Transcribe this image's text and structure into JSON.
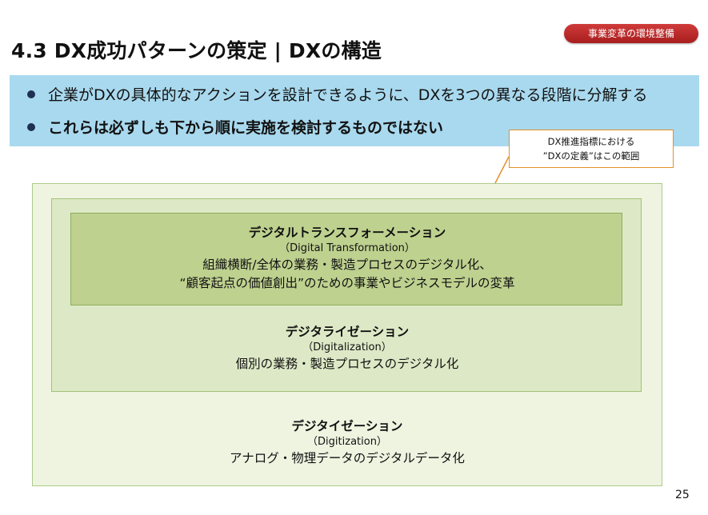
{
  "badge": {
    "label": "事業変革の環境整備"
  },
  "title": "4.3 DX成功パターンの策定 | DXの構造",
  "bullets": [
    "企業がDXの具体的なアクションを設計できるように、DXを3つの異なる段階に分解する",
    "これらは必ずしも下から順に実施を検討するものではない"
  ],
  "callout": {
    "line1": "DX推進指標における",
    "line2": "”DXの定義”はこの範囲"
  },
  "levels": {
    "transformation": {
      "heading": "デジタルトランスフォーメーション",
      "english": "（Digital Transformation）",
      "line1": "組織横断/全体の業務・製造プロセスのデジタル化、",
      "line2": "“顧客起点の価値創出”のための事業やビジネスモデルの変革"
    },
    "digitalization": {
      "heading": "デジタライゼーション",
      "english": "（Digitalization）",
      "line1": "個別の業務・製造プロセスのデジタル化"
    },
    "digitization": {
      "heading": "デジタイゼーション",
      "english": "（Digitization）",
      "line1": "アナログ・物理データのデジタルデータ化"
    }
  },
  "page_number": "25",
  "colors": {
    "badge": "#b52626",
    "banner": "#a9d9ee",
    "callout_border": "#e3902a",
    "outer_box": "#eef4e0",
    "middle_box": "#dde9c6",
    "inner_box": "#bed18f",
    "bullet_dot": "#1f2f56"
  }
}
